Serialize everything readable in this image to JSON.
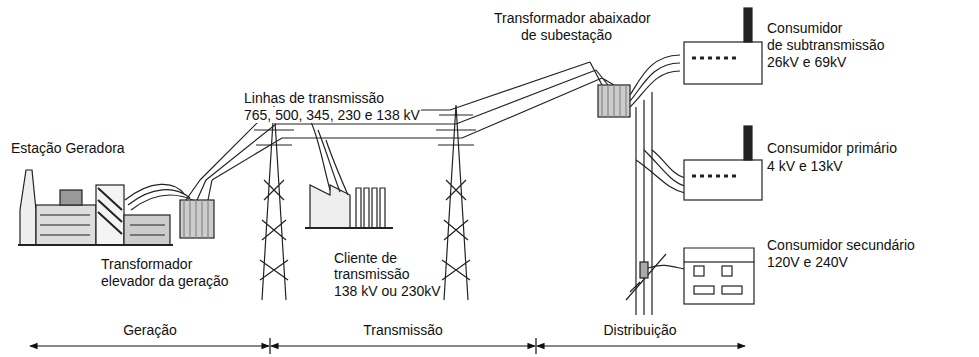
{
  "diagram": {
    "labels": [
      "Estação Geradora",
      "Transformador",
      "elevador da geração",
      "Linhas de transmissão",
      "765, 500, 345, 230 e 138 kV",
      "Cliente de",
      "transmissão",
      "138 kV ou 230kV",
      "Transformador abaixador",
      "de subestação",
      "Consumidor",
      "de subtransmissão",
      "26kV e 69kV",
      "Consumidor primário",
      "4 kV e 13kV",
      "Consumidor secundário",
      "120V e 240V",
      "Geração",
      "Transmissão",
      "Distribuição"
    ]
  }
}
